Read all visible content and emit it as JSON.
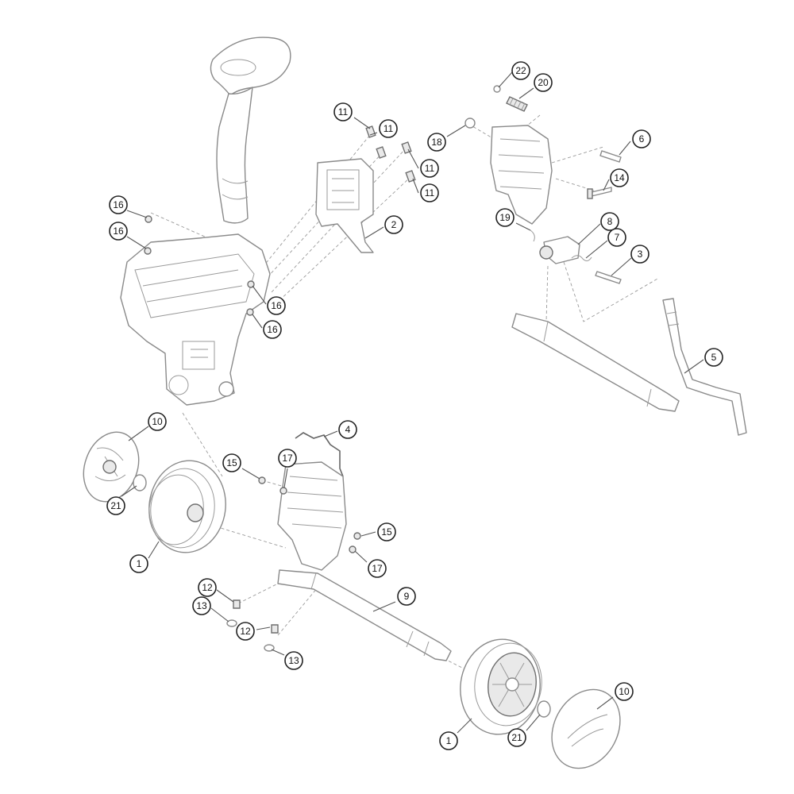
{
  "callouts": [
    {
      "id": "c22",
      "label": "22"
    },
    {
      "id": "c20",
      "label": "20"
    },
    {
      "id": "c11a",
      "label": "11"
    },
    {
      "id": "c11b",
      "label": "11"
    },
    {
      "id": "c18",
      "label": "18"
    },
    {
      "id": "c11c",
      "label": "11"
    },
    {
      "id": "c11d",
      "label": "11"
    },
    {
      "id": "c6",
      "label": "6"
    },
    {
      "id": "c14",
      "label": "14"
    },
    {
      "id": "c16a",
      "label": "16"
    },
    {
      "id": "c2",
      "label": "2"
    },
    {
      "id": "c19",
      "label": "19"
    },
    {
      "id": "c8",
      "label": "8"
    },
    {
      "id": "c16b",
      "label": "16"
    },
    {
      "id": "c7",
      "label": "7"
    },
    {
      "id": "c3",
      "label": "3"
    },
    {
      "id": "c16c",
      "label": "16"
    },
    {
      "id": "c16d",
      "label": "16"
    },
    {
      "id": "c5",
      "label": "5"
    },
    {
      "id": "c10a",
      "label": "10"
    },
    {
      "id": "c4",
      "label": "4"
    },
    {
      "id": "c15a",
      "label": "15"
    },
    {
      "id": "c17a",
      "label": "17"
    },
    {
      "id": "c21a",
      "label": "21"
    },
    {
      "id": "c15b",
      "label": "15"
    },
    {
      "id": "c1a",
      "label": "1"
    },
    {
      "id": "c17b",
      "label": "17"
    },
    {
      "id": "c12a",
      "label": "12"
    },
    {
      "id": "c9",
      "label": "9"
    },
    {
      "id": "c13a",
      "label": "13"
    },
    {
      "id": "c12b",
      "label": "12"
    },
    {
      "id": "c13b",
      "label": "13"
    },
    {
      "id": "c10b",
      "label": "10"
    },
    {
      "id": "c21b",
      "label": "21"
    },
    {
      "id": "c1b",
      "label": "1"
    }
  ]
}
